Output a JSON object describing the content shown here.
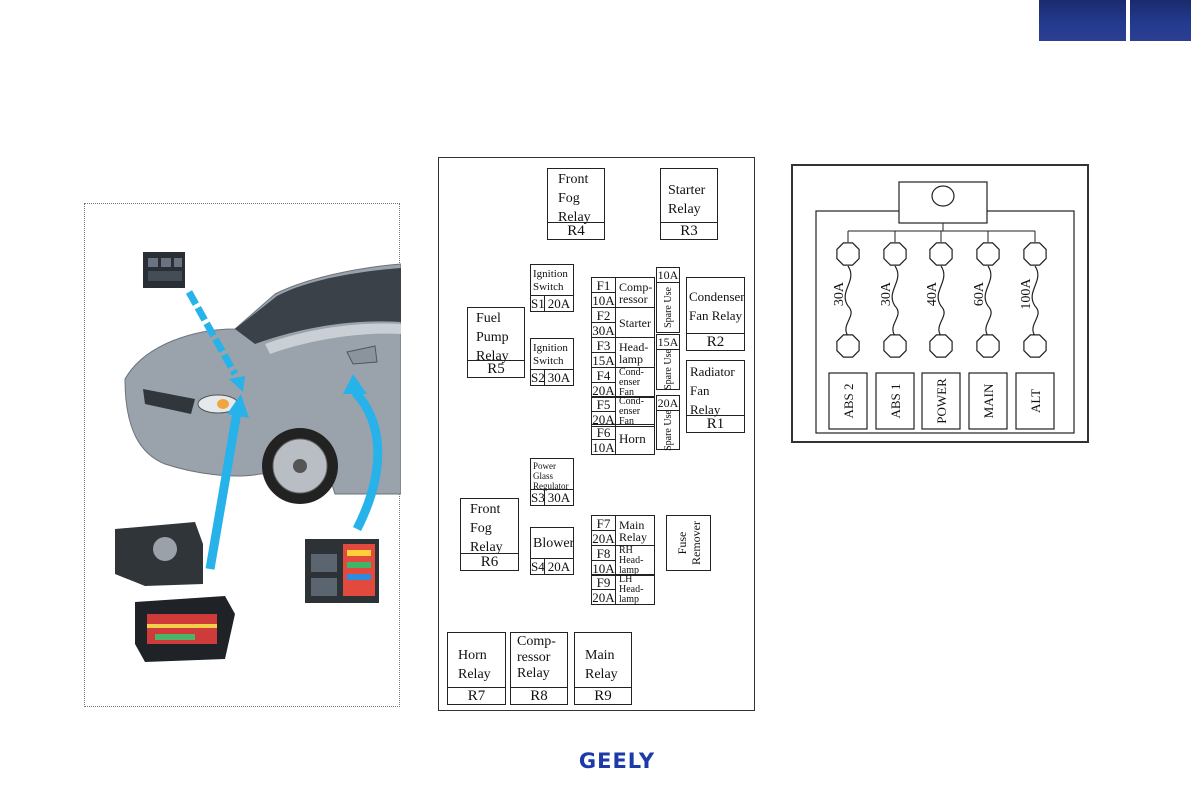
{
  "header": {
    "tabs": [
      "",
      ""
    ]
  },
  "relays": [
    {
      "id": "r4",
      "name": "Front\nFog\nRelay",
      "code": "R4"
    },
    {
      "id": "r3",
      "name": "Starter\nRelay",
      "code": "R3"
    },
    {
      "id": "r5",
      "name": "Fuel\nPump\nRelay",
      "code": "R5"
    },
    {
      "id": "r2",
      "name": "Condenser\nFan Relay",
      "code": "R2"
    },
    {
      "id": "r1",
      "name": "Radiator\nFan\nRelay",
      "code": "R1"
    },
    {
      "id": "r6",
      "name": "Front\nFog\nRelay",
      "code": "R6"
    },
    {
      "id": "r7",
      "name": "Horn\nRelay",
      "code": "R7"
    },
    {
      "id": "r8",
      "name": "Comp-\nressor\nRelay",
      "code": "R8"
    },
    {
      "id": "r9",
      "name": "Main\nRelay",
      "code": "R9"
    }
  ],
  "switches": [
    {
      "id": "s1",
      "name": "Ignition\nSwitch",
      "code": "S1",
      "amp": "20A"
    },
    {
      "id": "s2",
      "name": "Ignition\nSwitch",
      "code": "S2",
      "amp": "30A"
    },
    {
      "id": "s3",
      "name": "Power\nGlass\nRegulator",
      "code": "S3",
      "amp": "30A"
    },
    {
      "id": "s4",
      "name": "Blower",
      "code": "S4",
      "amp": "20A"
    }
  ],
  "fuses": [
    {
      "id": "f1",
      "code": "F1",
      "amp": "10A",
      "name": "Comp-\nressor"
    },
    {
      "id": "f2",
      "code": "F2",
      "amp": "30A",
      "name": "Starter"
    },
    {
      "id": "f3",
      "code": "F3",
      "amp": "15A",
      "name": "Head-\nlamp"
    },
    {
      "id": "f4",
      "code": "F4",
      "amp": "20A",
      "name": "Cond-\nenser\nFan"
    },
    {
      "id": "f5",
      "code": "F5",
      "amp": "20A",
      "name": "Cond-\nenser\nFan"
    },
    {
      "id": "f6",
      "code": "F6",
      "amp": "10A",
      "name": "Horn"
    },
    {
      "id": "f7",
      "code": "F7",
      "amp": "20A",
      "name": "Main\nRelay"
    },
    {
      "id": "f8",
      "code": "F8",
      "amp": "10A",
      "name": "RH\nHead-\nlamp"
    },
    {
      "id": "f9",
      "code": "F9",
      "amp": "20A",
      "name": "LH\nHead-\nlamp"
    }
  ],
  "spares": [
    {
      "amp": "10A",
      "label": "Spare Use"
    },
    {
      "amp": "15A",
      "label": "Spare Use"
    },
    {
      "amp": "20A",
      "label": "Spare Use"
    }
  ],
  "fuse_remover": "Fuse\nRemover",
  "main_fuses": [
    {
      "amp": "30A",
      "label": "ABS 2"
    },
    {
      "amp": "30A",
      "label": "ABS 1"
    },
    {
      "amp": "40A",
      "label": "POWER"
    },
    {
      "amp": "60A",
      "label": "MAIN"
    },
    {
      "amp": "100A",
      "label": "ALT"
    }
  ],
  "footer": {
    "logo": "GEELY"
  },
  "colors": {
    "tab": "#223a8d",
    "arrow": "#27b3ea",
    "car": "#9aa3ab",
    "logo": "#1c3aa8"
  }
}
